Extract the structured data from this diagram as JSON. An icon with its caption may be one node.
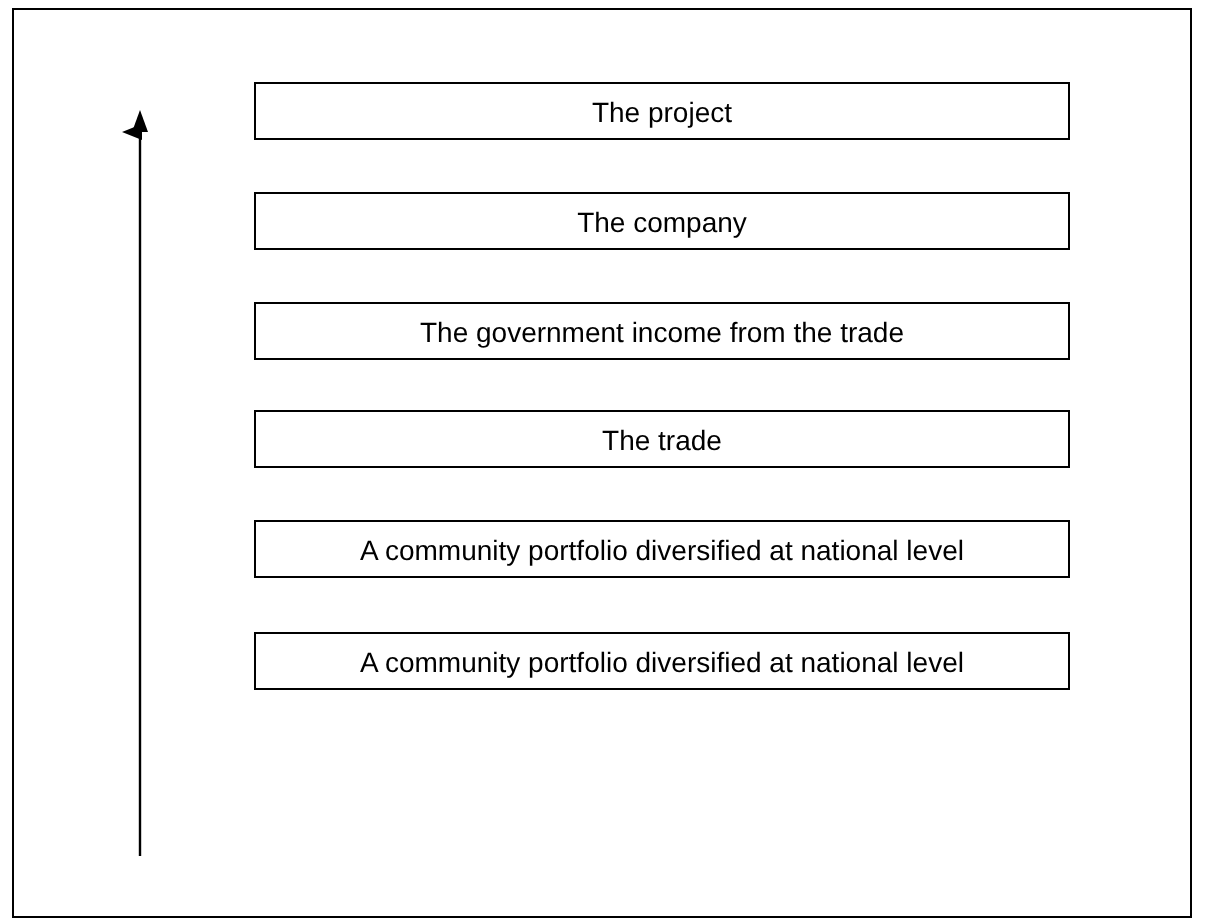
{
  "diagram": {
    "nodes": [
      {
        "text": [
          "The project"
        ]
      },
      {
        "text": [
          "The company"
        ]
      },
      {
        "text": [
          "The government income from the trade"
        ]
      },
      {
        "text": [
          "The trade"
        ]
      },
      {
        "text": [
          "A community portfolio diversified at national level"
        ]
      },
      {
        "text": [
          "A community portfolio diversified at national level"
        ]
      }
    ],
    "edges": []
  }
}
